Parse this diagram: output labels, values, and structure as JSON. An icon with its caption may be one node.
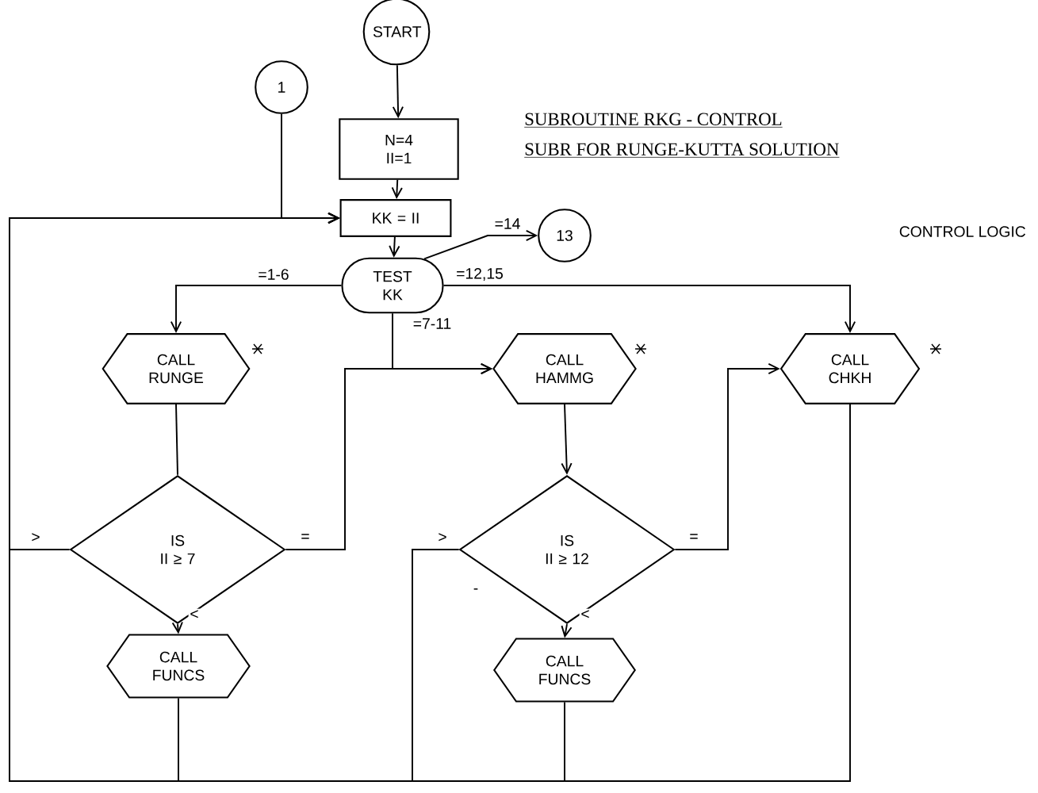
{
  "diagram": {
    "title": "SUBROUTINE RKG - CONTROL",
    "nodes": [
      {
        "text": [
          "START"
        ]
      },
      {
        "text": [
          "N=4",
          "II=1"
        ]
      },
      {
        "text": [
          "1"
        ]
      },
      {
        "text": [
          "KK = II"
        ]
      },
      {
        "text": [
          "TEST KK"
        ]
      },
      {
        "text": [
          "13"
        ]
      },
      {
        "text": [
          "CALL RUNGE"
        ]
      },
      {
        "text": [
          "CALL HAMMG"
        ]
      },
      {
        "text": [
          "CALL CHKH"
        ]
      },
      {
        "text": [
          "IS",
          "II ≥ 7"
        ]
      },
      {
        "text": [
          "IS",
          "II ≥ 12"
        ]
      },
      {
        "text": [
          "CALL FUNCS"
        ]
      },
      {
        "text": [
          "CALL FUNCS"
        ]
      }
    ],
    "edges": [
      {
        "from": 0,
        "to": 1,
        "arrow": "to"
      },
      {
        "from": 1,
        "to": 3,
        "arrow": "to"
      },
      {
        "from": 2,
        "to": 3,
        "arrow": "to"
      },
      {
        "from": 3,
        "to": 4,
        "arrow": "to"
      },
      {
        "from": 4,
        "to": 5,
        "arrow": "to",
        "label": "=14"
      },
      {
        "from": 4,
        "to": 6,
        "arrow": "to",
        "label": "=1-6"
      },
      {
        "from": 4,
        "to": 7,
        "arrow": "to",
        "label": "=7-11"
      },
      {
        "from": 4,
        "to": 8,
        "arrow": "to",
        "label": "=12,15"
      },
      {
        "from": 6,
        "to": 9,
        "arrow": "none"
      },
      {
        "from": 9,
        "to": 7,
        "arrow": "to",
        "label": "="
      },
      {
        "from": 9,
        "to": 11,
        "arrow": "to",
        "label": "<"
      },
      {
        "from": 9,
        "to": 3,
        "arrow": "to",
        "label": ">"
      },
      {
        "from": 7,
        "to": 10,
        "arrow": "to"
      },
      {
        "from": 10,
        "to": 8,
        "arrow": "to",
        "label": "="
      },
      {
        "from": 10,
        "to": 12,
        "arrow": "to",
        "label": "<"
      },
      {
        "from": 10,
        "to": 3,
        "arrow": "to",
        "label": ">"
      },
      {
        "from": 11,
        "to": 3,
        "arrow": "to"
      },
      {
        "from": 12,
        "to": 3,
        "arrow": "to"
      },
      {
        "from": 8,
        "to": 3,
        "arrow": "to"
      }
    ],
    "labels": [
      "SUBR FOR RUNGE-KUTTA SOLUTION",
      "CONTROL LOGIC",
      "-"
    ]
  }
}
